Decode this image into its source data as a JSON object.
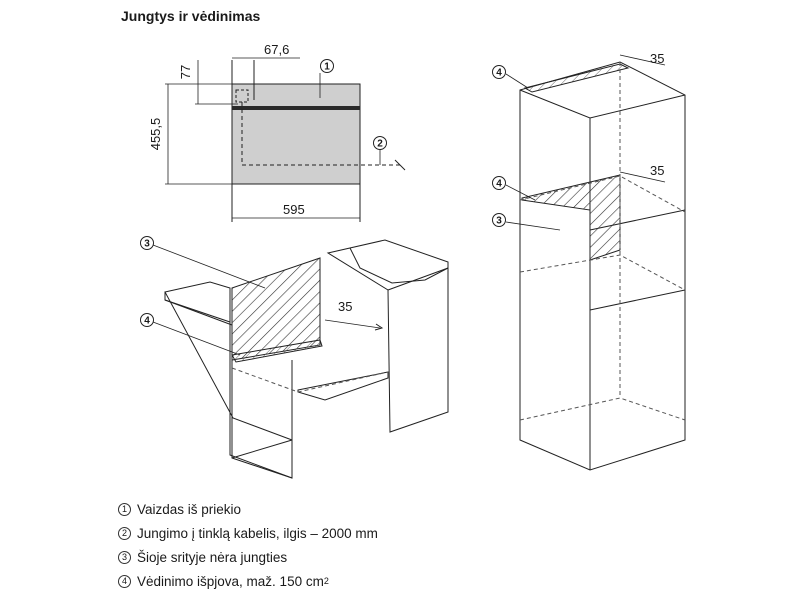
{
  "title": "Jungtys ir vėdinimas",
  "dimensions": {
    "d77": "77",
    "d67_6": "67,6",
    "d455_5": "455,5",
    "d595": "595",
    "d35_a": "35",
    "d35_b": "35",
    "d35_c": "35"
  },
  "callouts": {
    "c1": "1",
    "c2": "2",
    "c3_left": "3",
    "c4_left": "4",
    "c4_top": "4",
    "c4_mid": "4",
    "c3_right": "3"
  },
  "legend": [
    {
      "num": "1",
      "text": "Vaizdas iš priekio"
    },
    {
      "num": "2",
      "text": "Jungimo į tinklą kabelis, ilgis – 2000 mm"
    },
    {
      "num": "3",
      "text": "Šioje srityje nėra jungties"
    },
    {
      "num": "4",
      "text": "Vėdinimo išpjova, maž. 150 cm",
      "sup": "2"
    }
  ],
  "colors": {
    "line": "#222222",
    "oven_fill": "#cfcfcf",
    "oven_band": "#2a2a2a",
    "hatch": "#333333",
    "dashed": "#555555"
  }
}
